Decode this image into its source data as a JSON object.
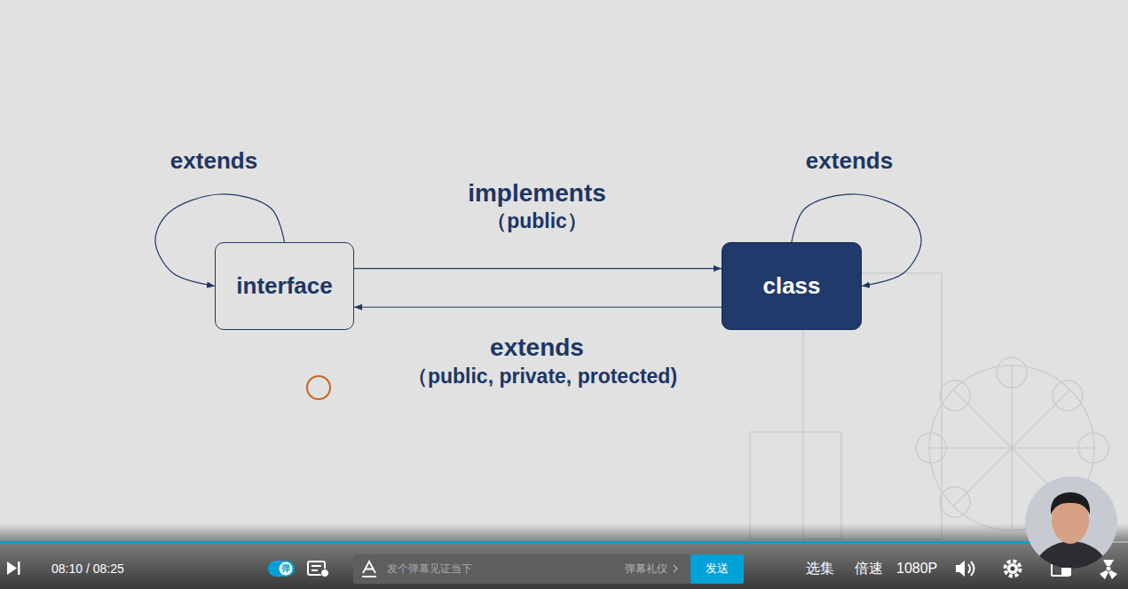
{
  "diagram": {
    "nodes": [
      {
        "text": [
          "interface"
        ]
      },
      {
        "text": [
          "class"
        ]
      }
    ],
    "edges": [
      {
        "from": 0,
        "to": 0,
        "arrow": "to",
        "label": "extends"
      },
      {
        "from": 1,
        "to": 1,
        "arrow": "to",
        "label": "extends"
      },
      {
        "from": 0,
        "to": 1,
        "arrow": "to",
        "label": "implements"
      },
      {
        "from": 1,
        "to": 0,
        "arrow": "to",
        "label": "extends"
      }
    ],
    "labels": [
      "（public）",
      "（public, private, protected)",
      "08:10 / 08:25",
      "弹",
      "发个弹幕见证当下",
      "弹幕礼仪",
      "发送",
      "选集",
      "倍速",
      "1080P"
    ]
  }
}
